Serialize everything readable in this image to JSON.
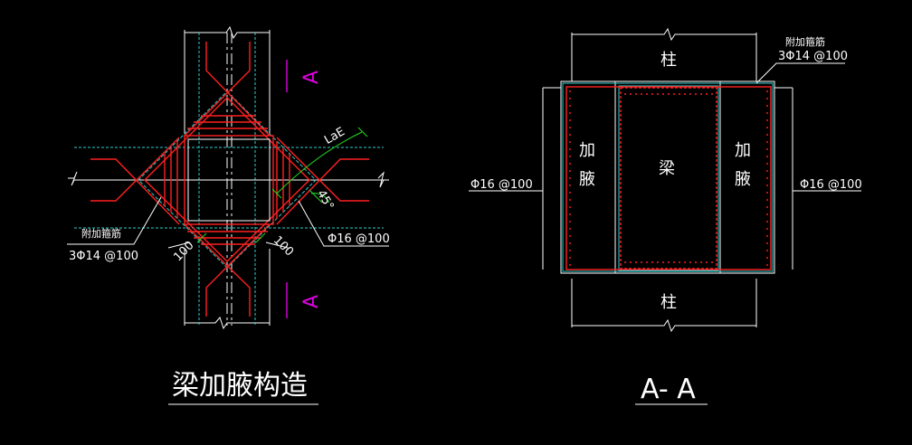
{
  "left_view": {
    "title": "梁加腋构造",
    "section_mark": "A",
    "extra_bars_label": "附加箍筋",
    "extra_bars_spec": "3Φ14 @100",
    "stirrup_spec": "Φ16 @100",
    "anchor_label": "LaE",
    "angle_label": "45°",
    "dim_left": "100",
    "dim_right": "100"
  },
  "right_view": {
    "title": "A- A",
    "column_label": "柱",
    "beam_label": "梁",
    "haunch_label_1": "加",
    "haunch_label_2": "腋",
    "extra_bars_label": "附加箍筋",
    "extra_bars_spec": "3Φ14 @100",
    "left_stirrup_spec": "Φ16 @100",
    "right_stirrup_spec": "Φ16 @100"
  },
  "colors": {
    "background": "#000000",
    "rebar": "#ff2020",
    "outline": "#ffffff",
    "centerline": "#33cccc",
    "section_mark": "#dd00dd",
    "dimension": "#22dd22"
  }
}
